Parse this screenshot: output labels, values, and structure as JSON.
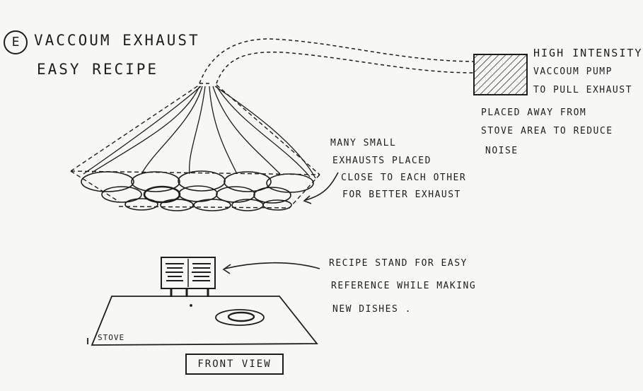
{
  "title": {
    "section_letter": "E",
    "line1": "VACCOUM EXHAUST",
    "line2": "EASY RECIPE"
  },
  "pump_note": {
    "line1": "HIGH INTENSITY",
    "line2": "VACCOUM PUMP",
    "line3": "TO PULL EXHAUST"
  },
  "placement_note": {
    "line1": "PLACED AWAY FROM",
    "line2": "STOVE AREA TO REDUCE",
    "line3": "NOISE"
  },
  "exhaust_note": {
    "line1": "MANY SMALL",
    "line2": "EXHAUSTS PLACED",
    "line3": "CLOSE TO EACH OTHER",
    "line4": "FOR BETTER EXHAUST"
  },
  "stand_note": {
    "line1": "RECIPE STAND FOR EASY",
    "line2": "REFERENCE WHILE MAKING",
    "line3": "NEW DISHES ."
  },
  "stove_label": "STOVE",
  "view_label": "FRONT VIEW"
}
